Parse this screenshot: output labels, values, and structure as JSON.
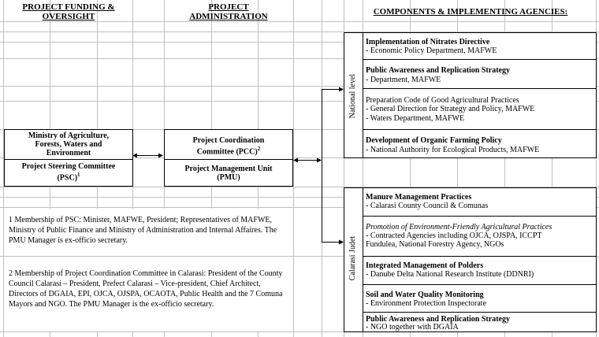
{
  "headers": {
    "funding": [
      "PROJECT FUNDING &",
      "OVERSIGHT"
    ],
    "admin": [
      "PROJECT",
      "ADMINISTRATION"
    ],
    "components": "COMPONENTS & IMPLEMENTING AGENCIES:"
  },
  "ministry": {
    "lines": [
      "Ministry of Agriculture,",
      "Forests, Waters and",
      "Environment"
    ],
    "psc": [
      "Project Steering Committee",
      "(PSC)"
    ],
    "psc_sup": "1"
  },
  "admin_box": {
    "pcc": [
      "Project Coordination",
      "Committee (PCC)"
    ],
    "pcc_sup": "2",
    "pmu": [
      "Project Management Unit",
      "(PMU)"
    ]
  },
  "national": {
    "label": "National level",
    "items": [
      {
        "title": "Implementation of Nitrates Directive",
        "lines": [
          "- Economic Policy Department, MAFWE"
        ]
      },
      {
        "title": "Public Awareness and Replication Strategy",
        "lines": [
          "- Department, MAFWE"
        ]
      },
      {
        "title": "Preparation Code of Good Agricultural Practices",
        "lines": [
          "- General Direction for Strategy and Policy, MAFWE",
          "- Waters Department, MAFWE"
        ]
      },
      {
        "title": "Development of Organic Farming Policy",
        "lines": [
          "- National Authority for Ecological Products, MAFWE"
        ]
      }
    ]
  },
  "judet": {
    "label": "Calarasi Judet",
    "items": [
      {
        "title": "Manure Management Practices",
        "lines": [
          "- Calarasi County Council & Comunas"
        ]
      },
      {
        "title": "Promotion of Environment-Friendly Agricultural Practices",
        "lines": [
          "- Contracted Agencies including OJCA, OJSPA, ICCPT",
          "Fundulea, National Forestry Agency, NGOs"
        ]
      },
      {
        "title": "Integrated Management of Polders",
        "lines": [
          "- Danube Delta National Research Institute (DDNRI)"
        ]
      },
      {
        "title": "Soil and Water Quality Monitoring",
        "lines": [
          "- Environment Protection Inspectorate"
        ]
      },
      {
        "title": "Public Awareness and Replication Strategy",
        "lines": [
          "- NGO together with DGAIA"
        ]
      }
    ]
  },
  "notes": {
    "note1": "1 Membership of PSC: Minister, MAFWE, President; Representatives of MAFWE, Ministry of Public Finance and Ministry of Administration and Internal Affaires. The PMU Manager is ex-officio secretary.",
    "note2": "2 Membership of Project Coordination Committee in Calarasi: President of the County Council Calarasi – President, Prefect Calarasi – Vice-president, Chief Architect, Directors of DGAIA, EPI, OJCA, OJSPA, OCAOTA, Public Health and the 7 Comuna Mayors and NGO. The PMU Manager is the ex-officio secretary."
  }
}
